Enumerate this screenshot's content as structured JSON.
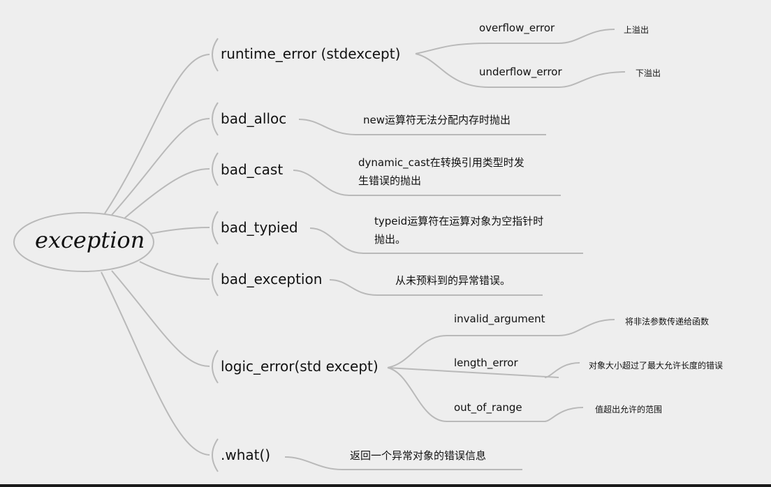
{
  "root": {
    "label": "exception"
  },
  "branches": [
    {
      "label": "runtime_error (stdexcept)",
      "children": [
        {
          "label": "overflow_error",
          "desc": "上溢出"
        },
        {
          "label": "underflow_error",
          "desc": "下溢出"
        }
      ]
    },
    {
      "label": "bad_alloc",
      "desc": "new运算符无法分配内存时抛出"
    },
    {
      "label": "bad_cast",
      "desc_lines": [
        "dynamic_cast在转换引用类型时发",
        "生错误的抛出"
      ]
    },
    {
      "label": "bad_typied",
      "desc_lines": [
        "typeid运算符在运算对象为空指针时",
        "抛出。"
      ]
    },
    {
      "label": "bad_exception",
      "desc": "从未预料到的异常错误。"
    },
    {
      "label": "logic_error(std except)",
      "children": [
        {
          "label": "invalid_argument",
          "desc": "将非法参数传递给函数"
        },
        {
          "label": "length_error",
          "desc": "对象大小超过了最大允许长度的错误"
        },
        {
          "label": "out_of_range",
          "desc": "值超出允许的范围"
        }
      ]
    },
    {
      "label": ".what()",
      "desc": "返回一个异常对象的错误信息"
    }
  ],
  "colors": {
    "background": "#eeeeee",
    "connector": "#b9b9b9",
    "text": "#111111"
  }
}
